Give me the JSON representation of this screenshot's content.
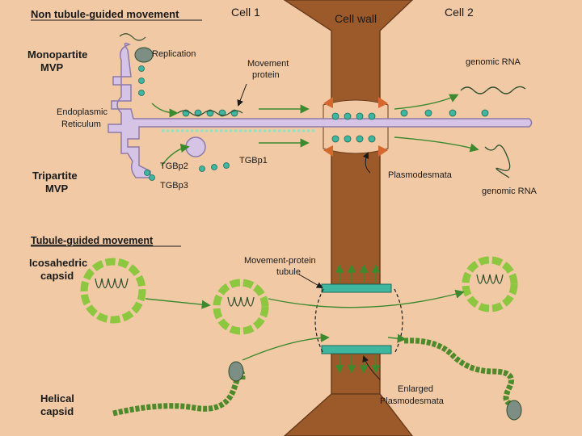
{
  "headers": {
    "non_tubule": "Non tubule-guided movement",
    "tubule": "Tubule-guided movement",
    "cell1": "Cell 1",
    "cell2": "Cell 2",
    "cell_wall": "Cell wall"
  },
  "labels": {
    "replication": "Replication",
    "monopartite_1": "Monopartite",
    "monopartite_2": "MVP",
    "movement_protein_1": "Movement",
    "movement_protein_2": "protein",
    "er_1": "Endoplasmic",
    "er_2": "Reticulum",
    "tgbp1": "TGBp1",
    "tgbp2": "TGBp2",
    "tgbp3": "TGBp3",
    "tripartite_1": "Tripartite",
    "tripartite_2": "MVP",
    "plasmodesmata": "Plasmodesmata",
    "genomic_rna_top": "genomic RNA",
    "genomic_rna_bottom": "genomic RNA",
    "icosahedric_1": "Icosahedric",
    "icosahedric_2": "capsid",
    "mp_tubule_1": "Movement-protein",
    "mp_tubule_2": "tubule",
    "enlarged_1": "Enlarged",
    "enlarged_2": "Plasmodesmata",
    "helical_1": "Helical",
    "helical_2": "capsid"
  },
  "colors": {
    "background": "#f1c9a5",
    "wall": "#9c5a2a",
    "er": "#d6c4e6",
    "capsid": "#8dc63f",
    "protein": "#3fb6a0",
    "arrow": "#3c8a2e"
  }
}
